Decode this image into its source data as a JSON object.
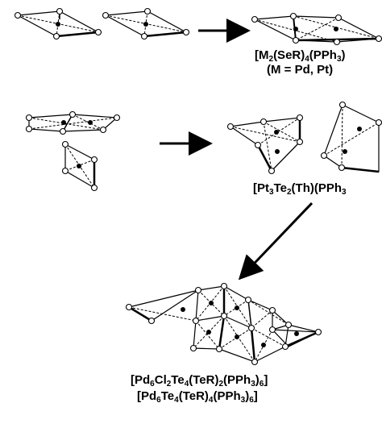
{
  "labels": {
    "top": [
      {
        "text": "[M",
        "sub": "2",
        "after": "(SeR)",
        "sub2": "4",
        "after2": "(PPh",
        "sub3": "3",
        "after3": ")"
      },
      {
        "text": "(M = Pd, Pt)"
      }
    ],
    "middle": {
      "text": "[Pt",
      "sub": "3",
      "after": "Te",
      "sub2": "2",
      "after2": "(Th)(PPh",
      "sub3": "3",
      "after3": ""
    },
    "bottom": [
      {
        "text": "[Pd",
        "sub": "6",
        "after": "Cl",
        "sub2": "2",
        "after2": "Te",
        "sub3": "4",
        "after3": "(TeR)",
        "sub4": "2",
        "after4": "(PPh",
        "sub5": "3",
        "after5": ")",
        "sub6": "6",
        "after6": "]"
      },
      {
        "text": "[Pd",
        "sub": "6",
        "after": "Te",
        "sub2": "4",
        "after2": "(TeR)",
        "sub3": "4",
        "after3": "(PPh",
        "sub4": "3",
        "after4": ")",
        "sub5": "6",
        "after5": "]"
      }
    ]
  },
  "colors": {
    "line": "#000000",
    "atom_fill": "#ffffff",
    "metal_fill": "#000000"
  }
}
